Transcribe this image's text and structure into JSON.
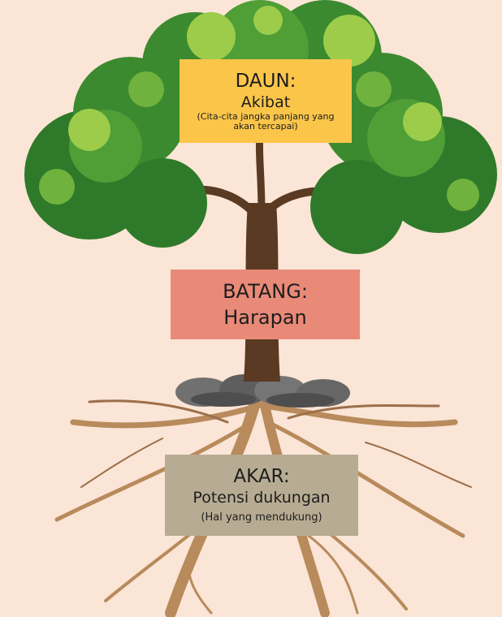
{
  "leaves": {
    "heading": "DAUN:",
    "term": "Akibat",
    "note": "(Cita-cita jangka panjang yang akan tercapai)",
    "color": "#fbc54a"
  },
  "trunk": {
    "heading": "BATANG:",
    "term": "Harapan",
    "color": "#e98a79"
  },
  "roots": {
    "heading": "AKAR:",
    "term": "Potensi dukungan",
    "note": "(Hal yang mendukung)",
    "color": "#b7ac93"
  },
  "palette": {
    "background": "#fae5d6",
    "foliage_dark": "#2f7a2a",
    "foliage_mid": "#4f9e36",
    "foliage_light": "#9ccc4a",
    "bark": "#5a3a22",
    "root": "#b88a5c",
    "stone": "#6e6e6e"
  }
}
